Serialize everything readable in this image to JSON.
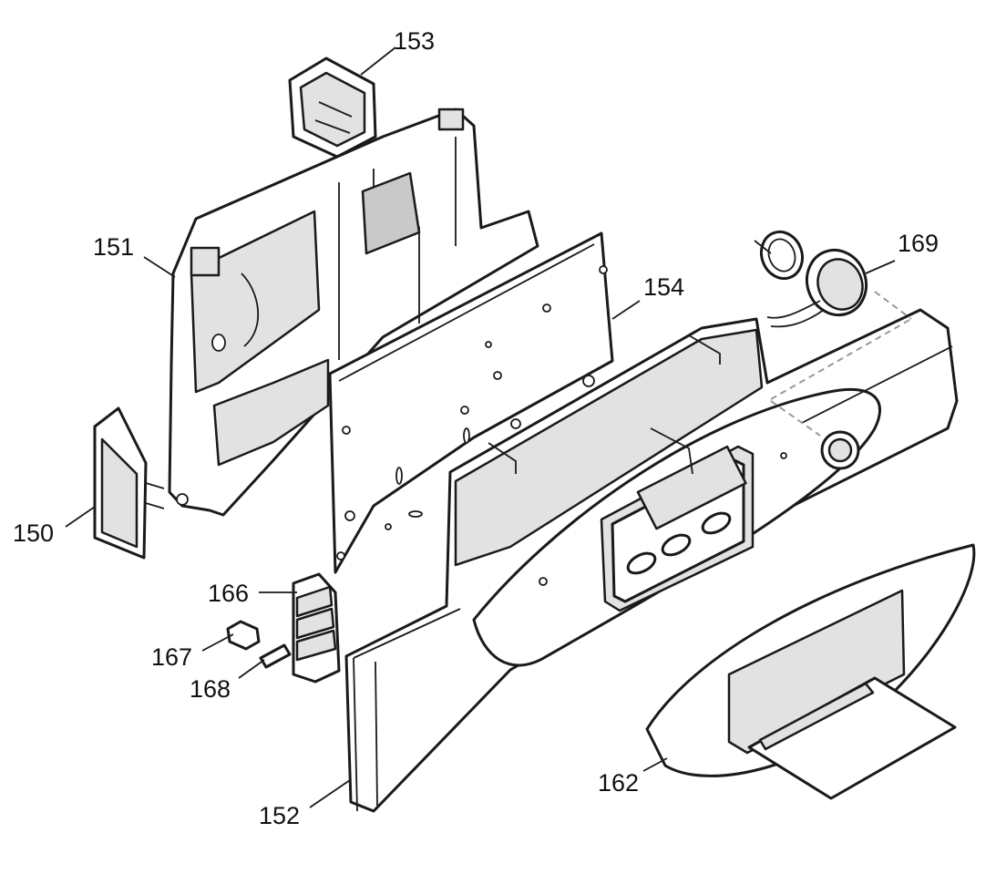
{
  "diagram": {
    "type": "exploded-parts-diagram",
    "callouts": [
      {
        "id": "153",
        "label": "153"
      },
      {
        "id": "151",
        "label": "151"
      },
      {
        "id": "154",
        "label": "154"
      },
      {
        "id": "169",
        "label": "169"
      },
      {
        "id": "150",
        "label": "150"
      },
      {
        "id": "166",
        "label": "166"
      },
      {
        "id": "167",
        "label": "167"
      },
      {
        "id": "168",
        "label": "168"
      },
      {
        "id": "152",
        "label": "152"
      },
      {
        "id": "162",
        "label": "162"
      }
    ]
  }
}
